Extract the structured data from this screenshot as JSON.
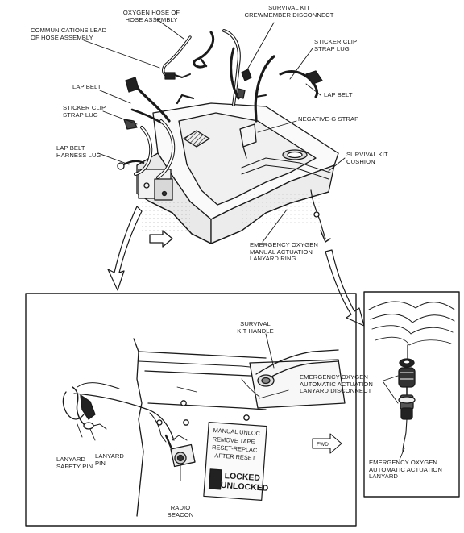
{
  "labels": {
    "oxygen_hose": "OXYGEN HOSE OF\nHOSE ASSEMBLY",
    "survival_kit_disconnect": "SURVIVAL KIT\nCREWMEMBER DISCONNECT",
    "comm_lead": "COMMUNICATIONS LEAD\nOF HOSE ASSEMBLY",
    "sticker_clip_right": "STICKER CLIP\nSTRAP LUG",
    "lap_belt_right": "LAP BELT",
    "lap_belt_left": "LAP BELT",
    "sticker_clip_left": "STICKER CLIP\nSTRAP LUG",
    "negative_g": "NEGATIVE-G STRAP",
    "lap_belt_harness_lug": "LAP BELT\nHARNESS LUG",
    "survival_kit_cushion": "SURVIVAL KIT\nCUSHION",
    "emergency_manual_lanyard": "EMERGENCY OXYGEN\nMANUAL ACTUATION\nLANYARD RING",
    "survival_kit_handle": "SURVIVAL\nKIT HANDLE",
    "auto_disconnect": "EMERGENCY OXYGEN\nAUTOMATIC ACTUATION\nLANYARD DISCONNECT",
    "auto_lanyard": "EMERGENCY OXYGEN\nAUTOMATIC ACTUATION\nLANYARD",
    "lanyard_safety_pin": "LANYARD\nSAFETY PIN",
    "lanyard_pin": "LANYARD\nPIN",
    "radio_beacon": "RADIO\nBEACON"
  },
  "placard": {
    "line1": "MANUAL UNLOC",
    "line2": "REMOVE TAPE",
    "line3": "RESET-REPLAC",
    "line4": "AFTER RESET",
    "locked": "LOCKED",
    "unlocked": "UNLOCKED"
  },
  "fwd_marker": "FWD"
}
